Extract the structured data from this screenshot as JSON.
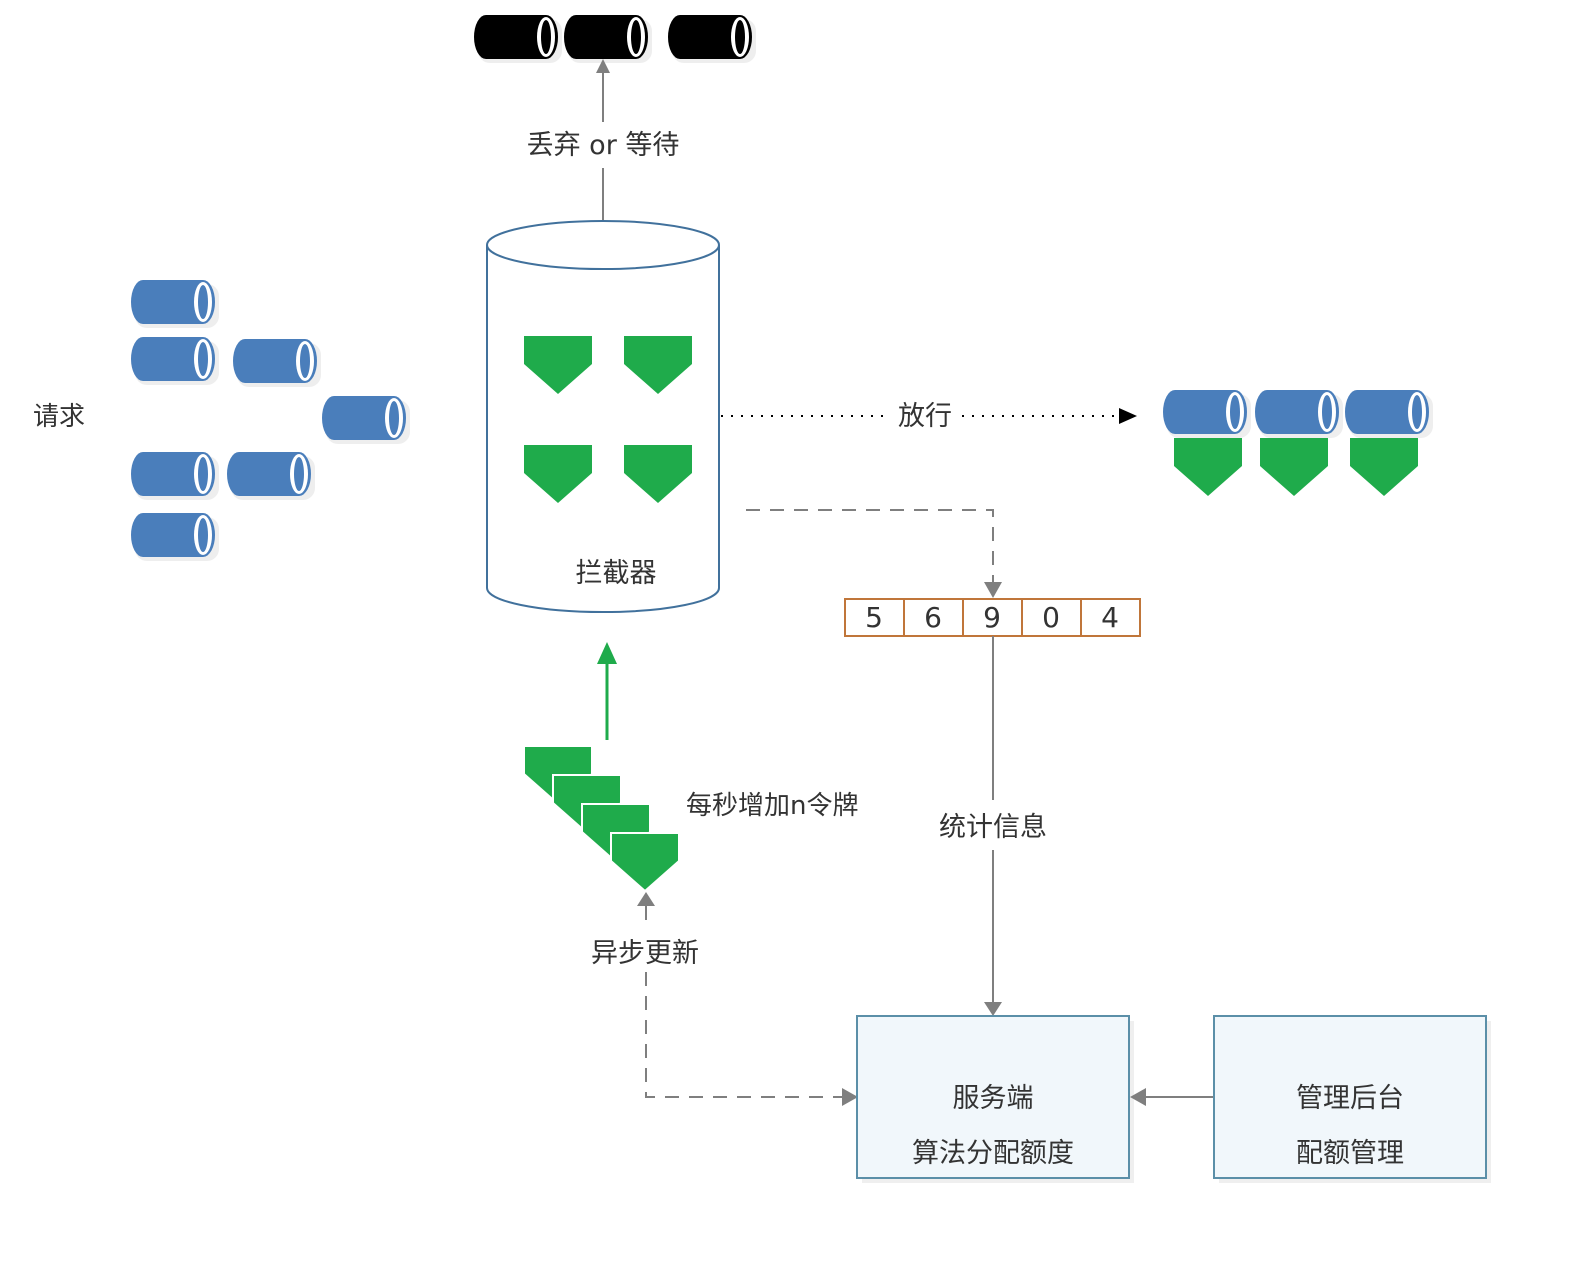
{
  "labels": {
    "request": "请求",
    "discard_or_wait": "丢弃 or 等待",
    "pass": "放行",
    "interceptor": "拦截器",
    "add_tokens": "每秒增加n令牌",
    "async_update": "异步更新",
    "stats_info": "统计信息"
  },
  "counter": {
    "digits": [
      "5",
      "6",
      "9",
      "0",
      "4"
    ]
  },
  "server_box": {
    "line1": "服务端",
    "line2": "算法分配额度"
  },
  "admin_box": {
    "line1": "管理后台",
    "line2": "配额管理"
  },
  "colors": {
    "request_blue": "#4a7ebb",
    "token_green": "#1fab4b",
    "dropped_black": "#000000",
    "interceptor_outline": "#41719c",
    "counter_border": "#c0763a",
    "box_fill": "#f1f7fb",
    "box_border": "#5b8fa8",
    "line_gray": "#7f7f7f"
  },
  "icons": {
    "request": "cylinder-icon",
    "token": "pentagon-token-icon"
  }
}
